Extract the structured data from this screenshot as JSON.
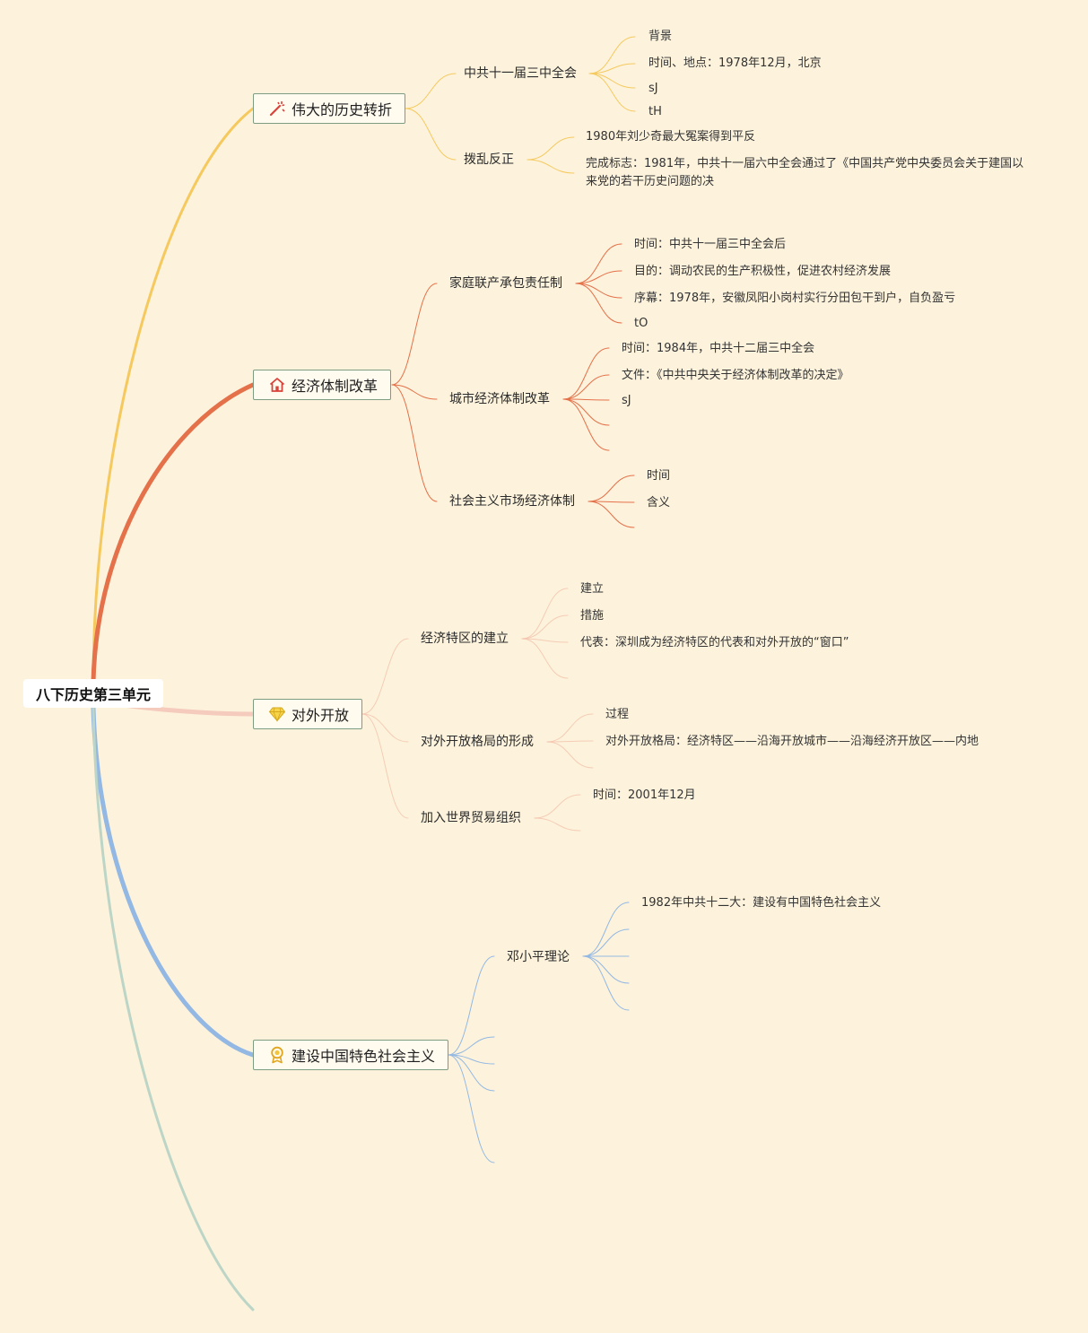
{
  "root": {
    "label": "八下历史第三单元"
  },
  "branches": [
    {
      "label": "伟大的历史转折",
      "color": "#f5c95e",
      "icon": "magic-wand-icon",
      "children": [
        {
          "label": "中共十一届三中全会",
          "leaves": [
            "背景",
            "时间、地点：1978年12月，北京",
            "sJ",
            "tH"
          ]
        },
        {
          "label": "拨乱反正",
          "leaves": [
            "1980年刘少奇最大冤案得到平反",
            "完成标志：1981年，中共十一届六中全会通过了《中国共产党中央委员会关于建国以来党的若干历史问题的决"
          ]
        }
      ]
    },
    {
      "label": "经济体制改革",
      "color": "#e4714a",
      "icon": "home-icon",
      "children": [
        {
          "label": "家庭联产承包责任制",
          "leaves": [
            "时间：中共十一届三中全会后",
            "目的：调动农民的生产积极性，促进农村经济发展",
            "序幕：1978年，安徽凤阳小岗村实行分田包干到户，自负盈亏",
            "tO"
          ]
        },
        {
          "label": "城市经济体制改革",
          "leaves": [
            "时间：1984年，中共十二届三中全会",
            "文件：《中共中央关于经济体制改革的决定》",
            "sJ",
            "",
            ""
          ]
        },
        {
          "label": "社会主义市场经济体制",
          "leaves": [
            "时间",
            "含义",
            ""
          ]
        }
      ]
    },
    {
      "label": "对外开放",
      "color": "#f5cbbd",
      "icon": "gem-icon",
      "children": [
        {
          "label": "经济特区的建立",
          "leaves": [
            "建立",
            "措施",
            "代表：深圳成为经济特区的代表和对外开放的“窗口”",
            ""
          ]
        },
        {
          "label": "对外开放格局的形成",
          "leaves": [
            "过程",
            "对外开放格局：经济特区——沿海开放城市——沿海经济开放区——内地",
            ""
          ]
        },
        {
          "label": "加入世界贸易组织",
          "leaves": [
            "时间：2001年12月",
            ""
          ]
        }
      ]
    },
    {
      "label": "建设中国特色社会主义",
      "color": "#93b8e3",
      "icon": "medal-icon",
      "children": [
        {
          "label": "邓小平理论",
          "leaves": [
            "1982年中共十二大：建设有中国特色社会主义",
            "",
            "",
            "",
            ""
          ]
        },
        {
          "label": "",
          "leaves": []
        },
        {
          "label": "",
          "leaves": []
        },
        {
          "label": "",
          "leaves": []
        },
        {
          "label": "",
          "leaves": []
        }
      ]
    },
    {
      "label": "",
      "color": "#bcd5c6",
      "icon": "",
      "children": []
    }
  ]
}
